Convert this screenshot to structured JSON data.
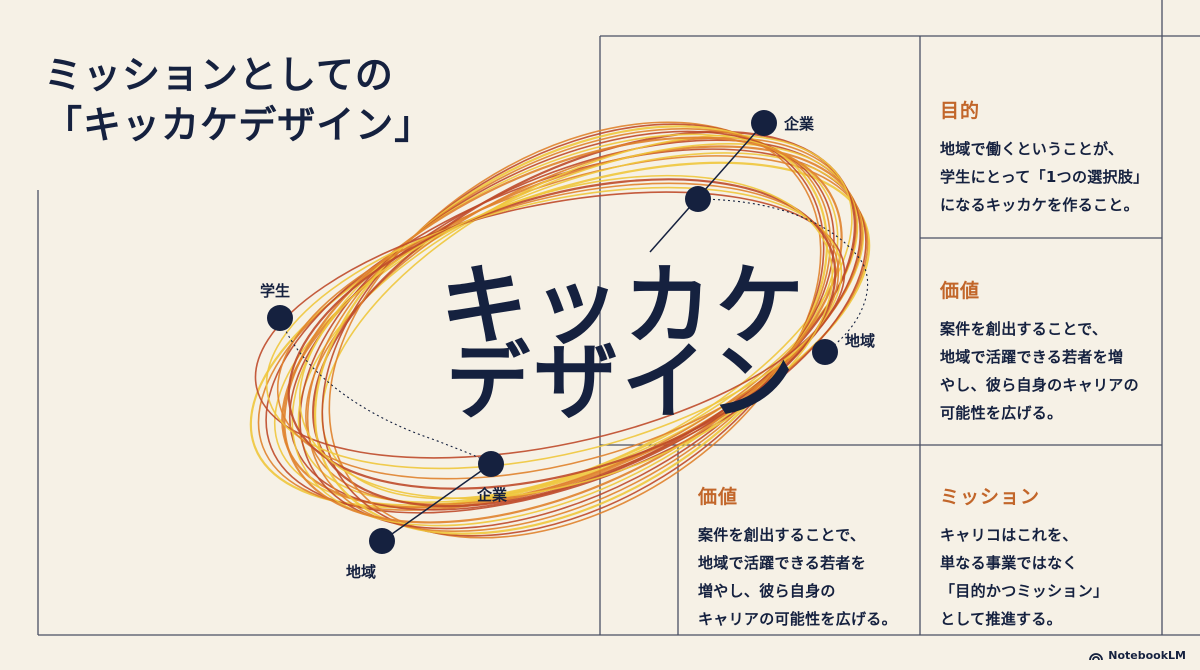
{
  "title": {
    "line1": "ミッションとしての",
    "line2": "「キッカケデザイン」"
  },
  "center": {
    "line1": "キッカケ",
    "line2": "デザイン"
  },
  "nodes": {
    "upper": {
      "top_label": "企業",
      "bottom_label": "地域"
    },
    "lower": {
      "left_label": "学生",
      "middle_label": "企業",
      "bottom_label": "地域"
    }
  },
  "panels": {
    "purpose": {
      "heading": "目的",
      "lines": [
        "地域で働くということが、",
        "学生にとって「1つの選択肢」",
        "になるキッカケを作ること。"
      ]
    },
    "value_right": {
      "heading": "価値",
      "lines": [
        "案件を創出することで、",
        "地域で活躍できる若者を増",
        "やし、彼ら自身のキャリアの",
        "可能性を広げる。"
      ]
    },
    "value_bottom": {
      "heading": "価値",
      "lines": [
        "案件を創出することで、",
        "地域で活躍できる若者を",
        "増やし、彼ら自身の",
        "キャリアの可能性を広げる。"
      ]
    },
    "mission": {
      "heading": "ミッション",
      "lines": [
        "キャリコはこれを、",
        "単なる事業ではなく",
        "「目的かつミッション」",
        "として推進する。"
      ]
    }
  },
  "colors": {
    "navy": "#15213f",
    "accent_orange": "#c2662a",
    "ring_yellow": "#f0c63c",
    "ring_orange": "#e0822c",
    "ring_red": "#bf4a2a",
    "background": "#f6f1e6"
  },
  "brand": {
    "name": "NotebookLM",
    "icon": "notebooklm-logo-icon"
  }
}
